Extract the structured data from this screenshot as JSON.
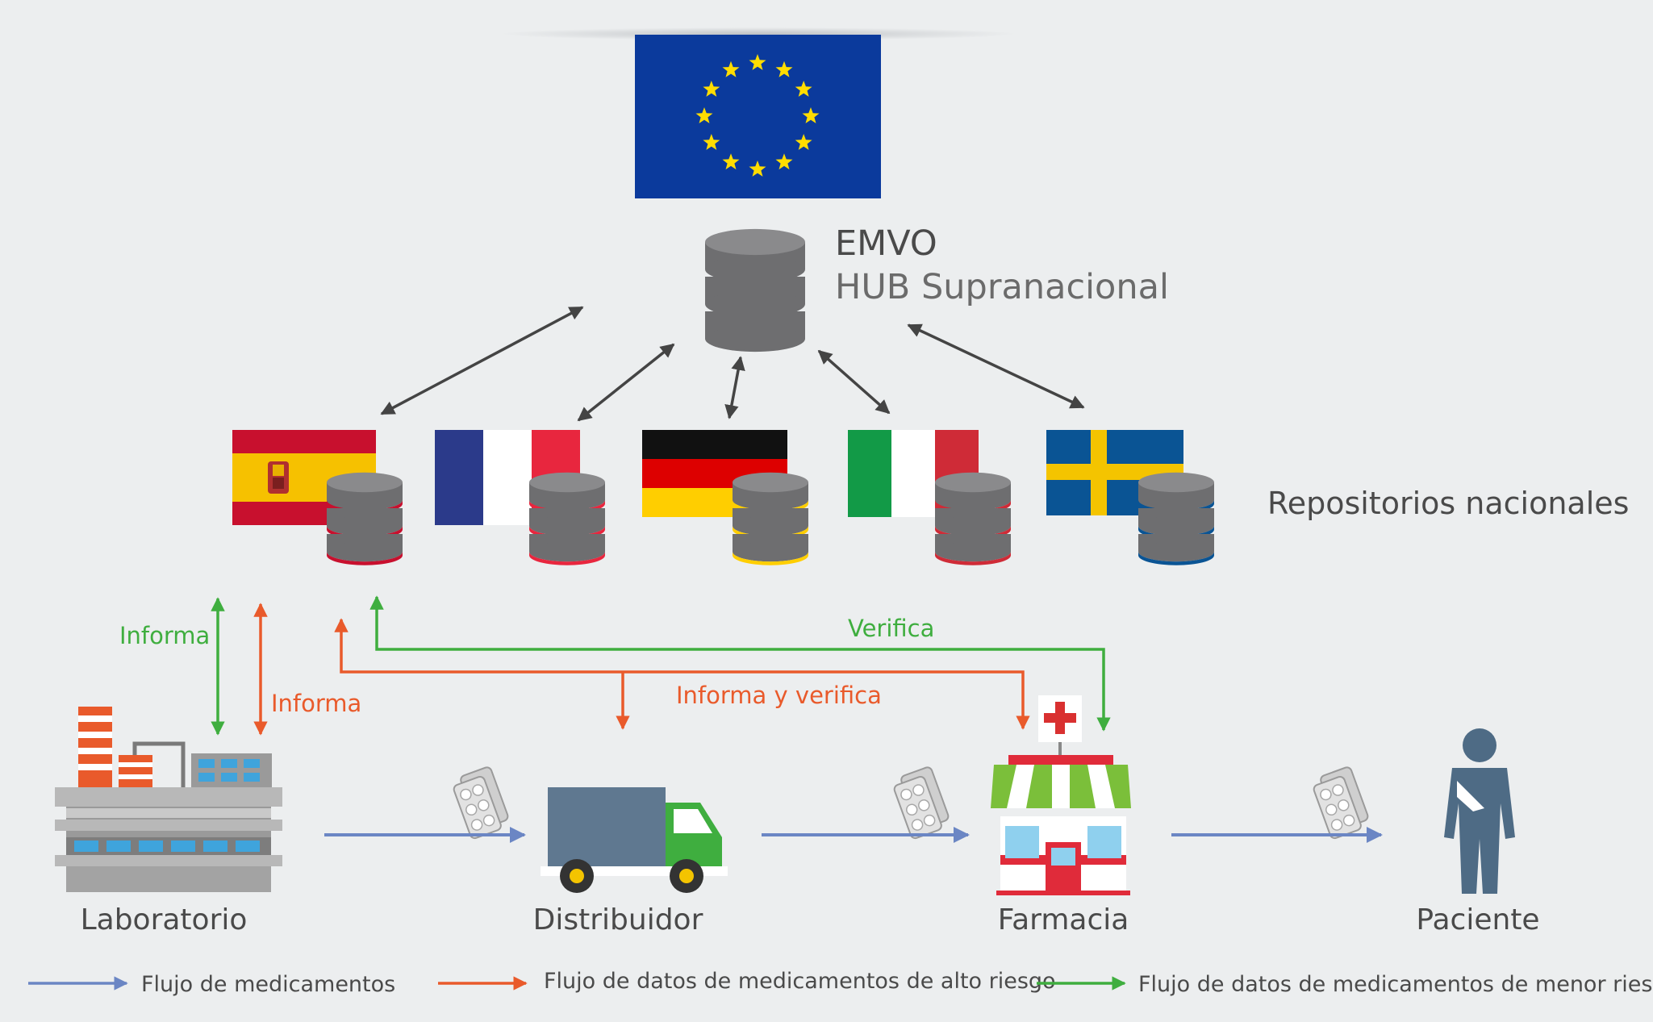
{
  "hub": {
    "title": "EMVO",
    "subtitle": "HUB Supranacional"
  },
  "repositories_label": "Repositorios nacionales",
  "flow_labels": {
    "lab_green": "Informa",
    "lab_orange": "Informa",
    "verify": "Verifica",
    "inform_verify": "Informa y verifica"
  },
  "nodes": {
    "laboratorio": "Laboratorio",
    "distribuidor": "Distribuidor",
    "farmacia": "Farmacia",
    "paciente": "Paciente"
  },
  "legend": {
    "blue": "Flujo de medicamentos",
    "orange": "Flujo de datos de medicamentos de alto riesgo",
    "green": "Flujo de datos de medicamentos de menor riesgo."
  },
  "colors": {
    "blue": "#6b86c4",
    "orange": "#e95a2b",
    "green": "#3fae3f",
    "database": "#6e6e70",
    "eu_blue": "#0b3a9c",
    "eu_gold": "#ffdd00"
  },
  "flags": [
    "spain-flag",
    "france-flag",
    "germany-flag",
    "italy-flag",
    "sweden-flag"
  ]
}
